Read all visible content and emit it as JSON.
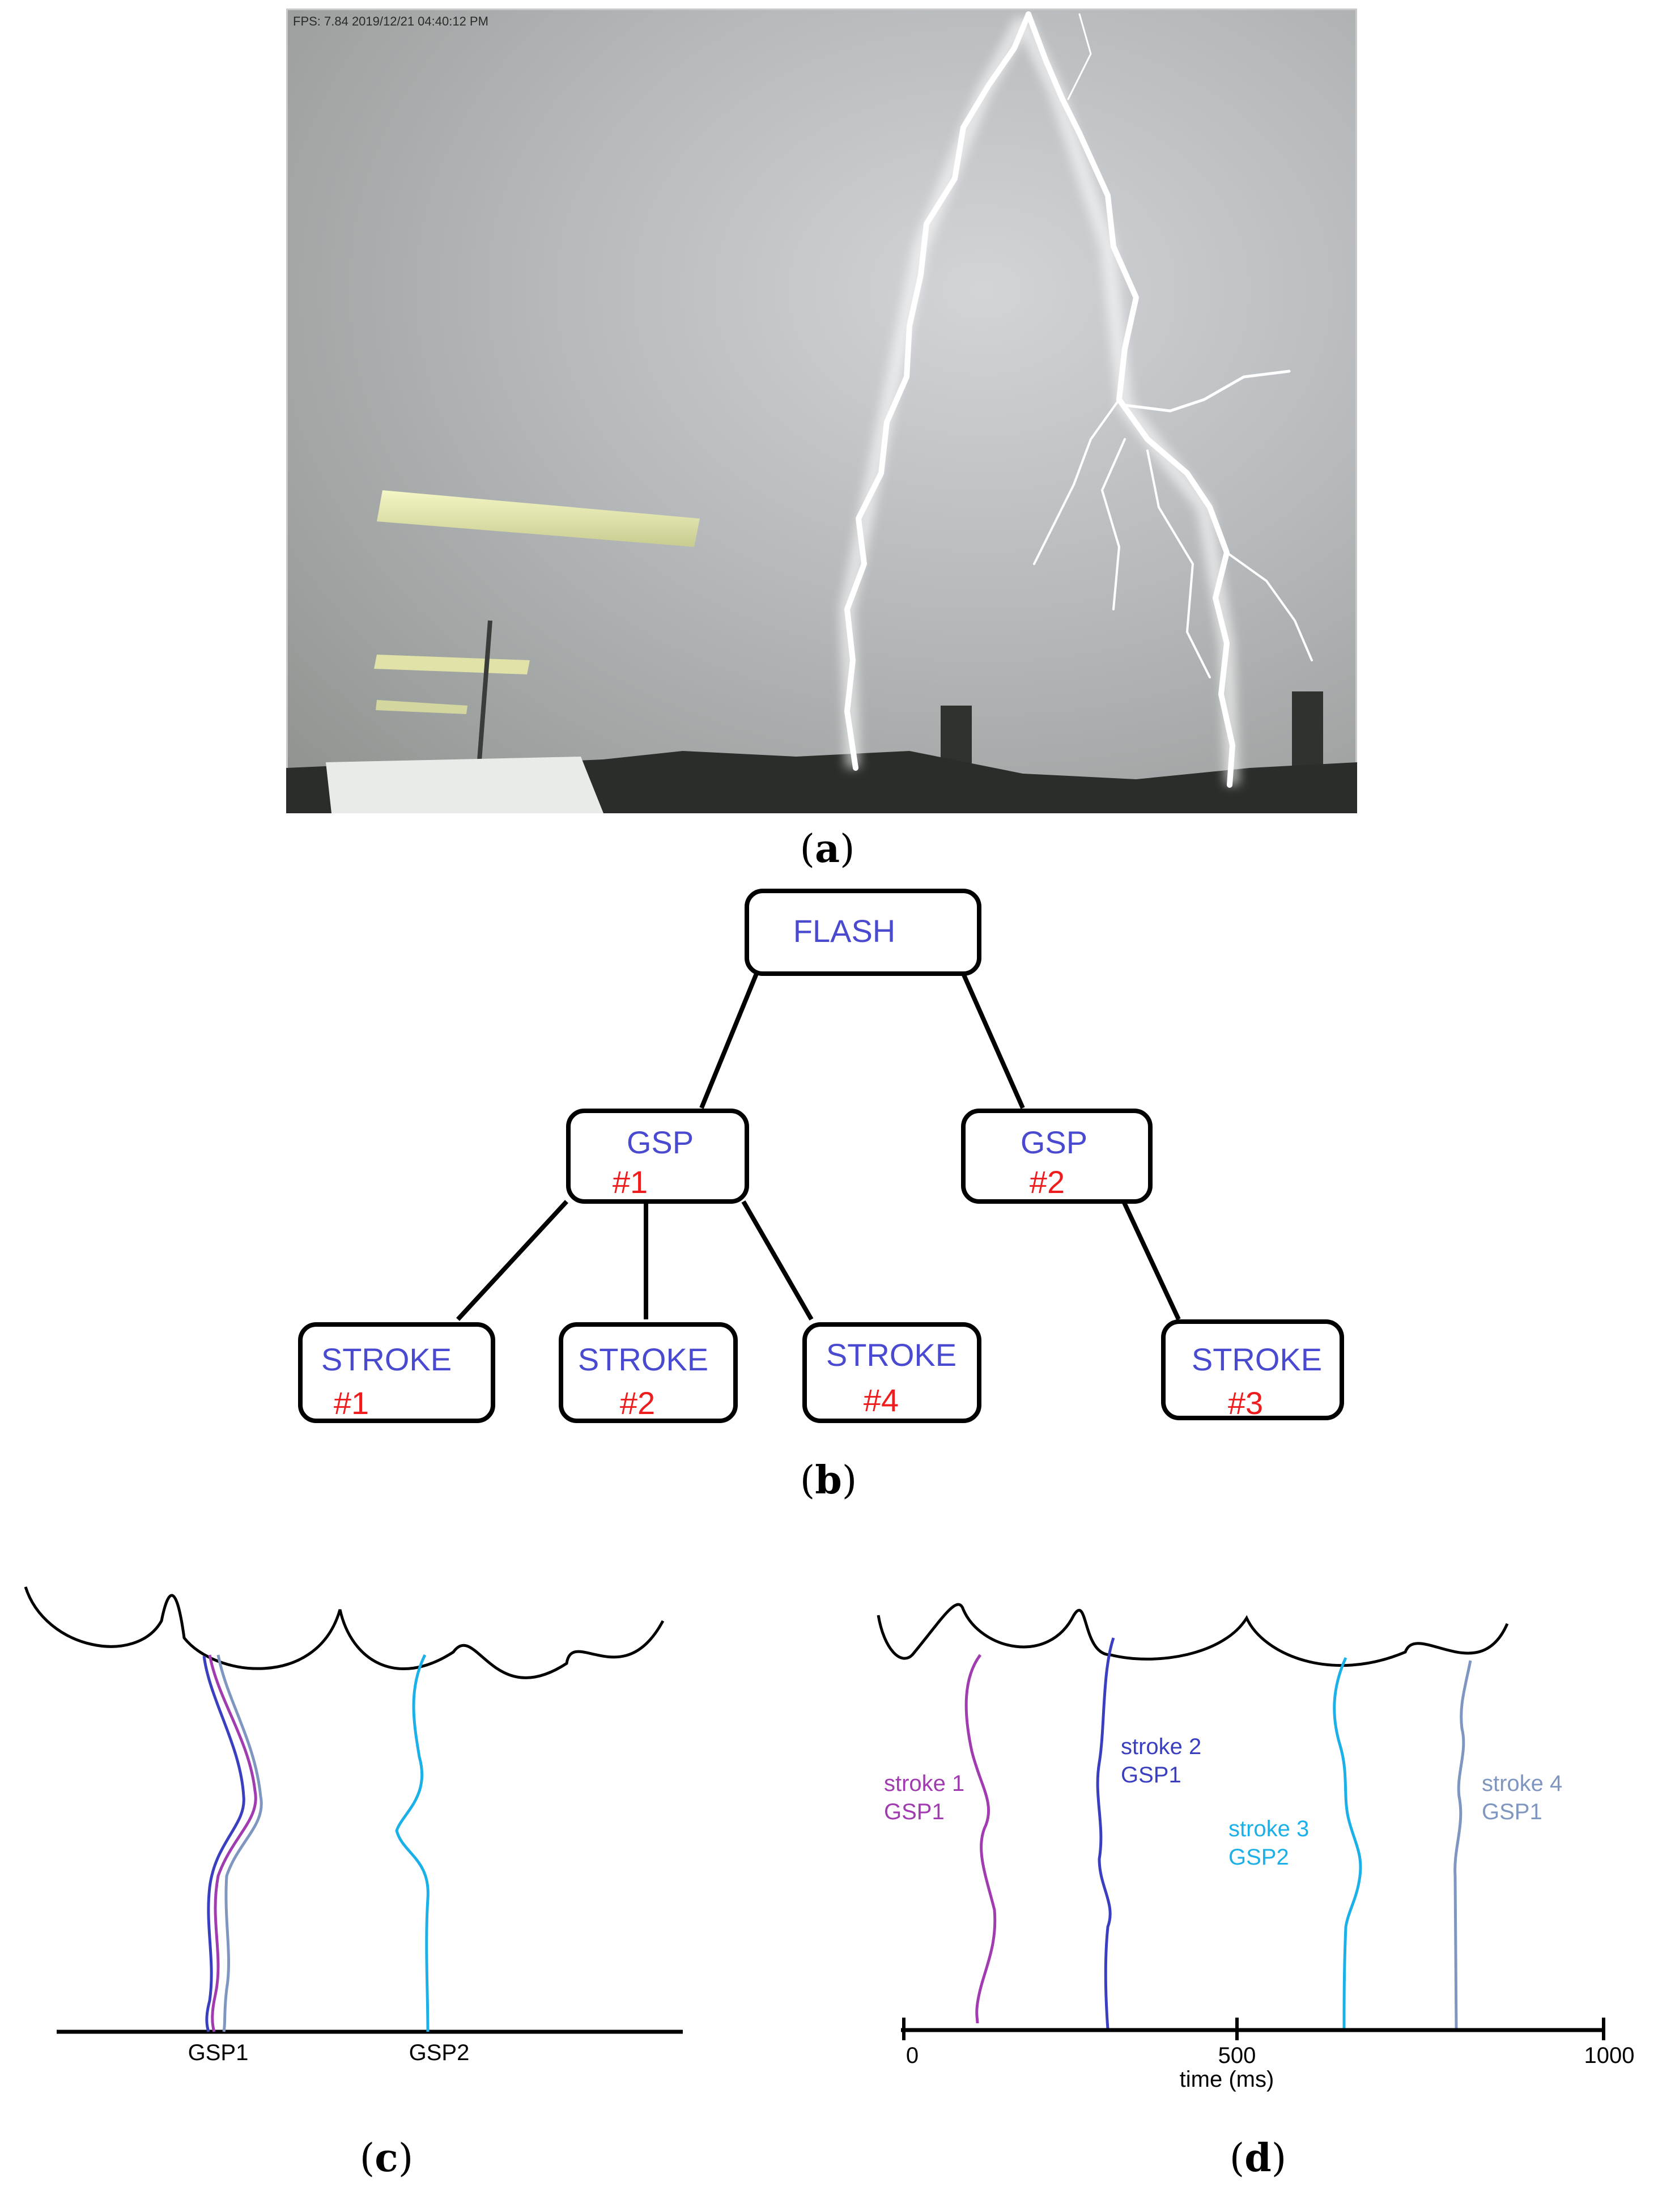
{
  "panel_a": {
    "label_open": "(",
    "label_letter": "a",
    "label_close": ")",
    "overlay_text": "FPS: 7.84 2019/12/21 04:40:12 PM"
  },
  "panel_b": {
    "label_open": "(",
    "label_letter": "b",
    "label_close": ")",
    "root": {
      "title": "FLASH"
    },
    "gsps": [
      {
        "title": "GSP",
        "number": "#1"
      },
      {
        "title": "GSP",
        "number": "#2"
      }
    ],
    "strokes": [
      {
        "title": "STROKE",
        "number": "#1"
      },
      {
        "title": "STROKE",
        "number": "#2"
      },
      {
        "title": "STROKE",
        "number": "#4"
      },
      {
        "title": "STROKE",
        "number": "#3"
      }
    ],
    "colors": {
      "title": "#4a4ad0",
      "number": "#ee1c1c"
    }
  },
  "panel_c": {
    "label_open": "(",
    "label_letter": "c",
    "label_close": ")",
    "ground_labels": [
      "GSP1",
      "GSP2"
    ],
    "colors": {
      "stroke1": "#a03bb0",
      "stroke2": "#3a3fc0",
      "stroke3": "#1cb0e8",
      "stroke4": "#7f96c0"
    }
  },
  "panel_d": {
    "label_open": "(",
    "label_letter": "d",
    "label_close": ")",
    "axis": {
      "label": "time (ms)",
      "ticks": [
        "0",
        "500",
        "1000"
      ]
    },
    "strokes": [
      {
        "line1": "stroke 1",
        "line2": "GSP1",
        "color": "#a03bb0"
      },
      {
        "line1": "stroke 2",
        "line2": "GSP1",
        "color": "#3a3fc0"
      },
      {
        "line1": "stroke 3",
        "line2": "GSP2",
        "color": "#1cb0e8"
      },
      {
        "line1": "stroke 4",
        "line2": "GSP1",
        "color": "#7f96c0"
      }
    ]
  }
}
